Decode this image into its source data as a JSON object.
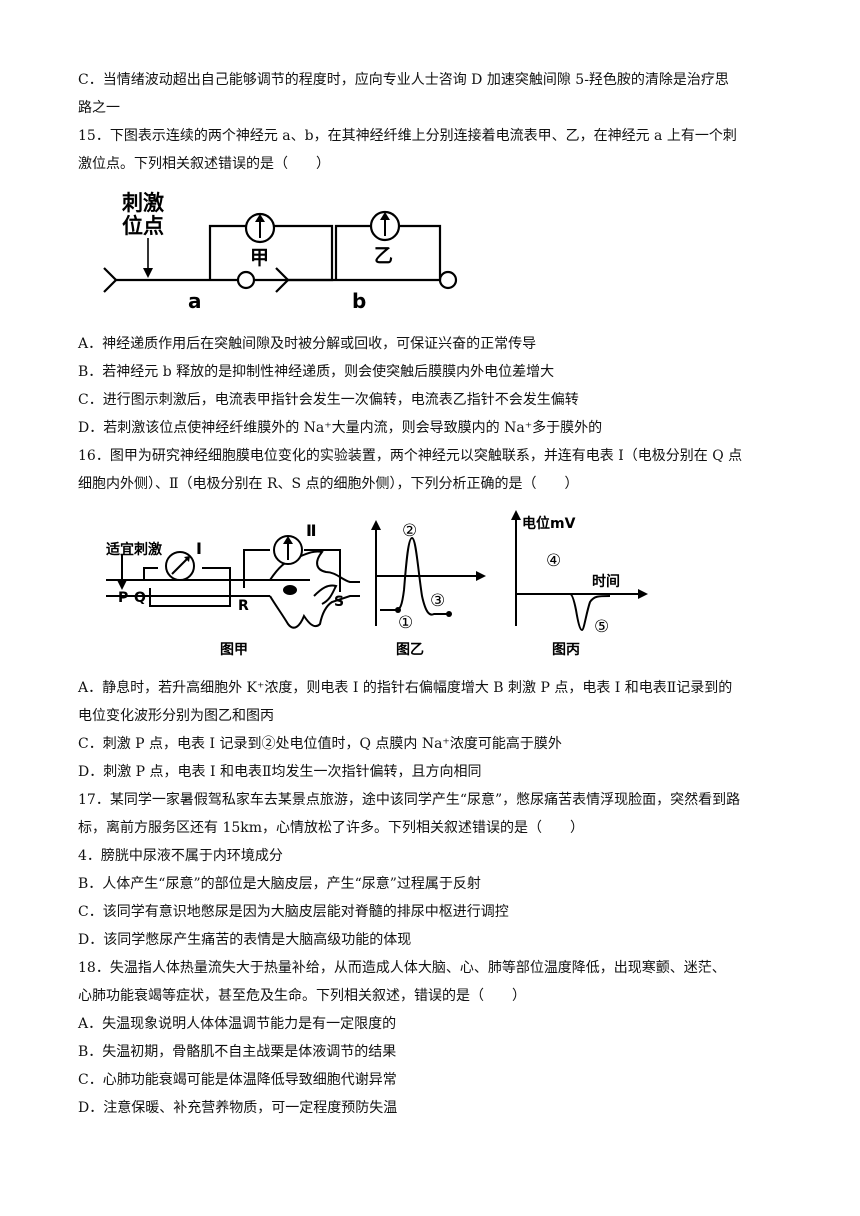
{
  "lines": {
    "c14a": "C．当情绪波动超出自己能够调节的程度时，应向专业人士咨询 D 加速突触间隙 5-羟色胺的清除是治疗思",
    "c14b": "路之一",
    "q15a": "15．下图表示连续的两个神经元 a、b，在其神经纤维上分别连接着电流表甲、乙，在神经元 a 上有一个刺",
    "q15b": "激位点。下列相关叙述错误的是（　　）",
    "q15A": "A．神经递质作用后在突触间隙及时被分解或回收，可保证兴奋的正常传导",
    "q15B": "B．若神经元 b 释放的是抑制性神经递质，则会使突触后膜膜内外电位差增大",
    "q15C": "C．进行图示刺激后，电流表甲指针会发生一次偏转，电流表乙指针不会发生偏转",
    "q15D": "D．若刺激该位点使神经纤维膜外的 Na⁺大量内流，则会导致膜内的 Na⁺多于膜外的",
    "q16a": "16．图甲为研究神经细胞膜电位变化的实验装置，两个神经元以突触联系，并连有电表 I（电极分别在 Q 点",
    "q16b": "细胞内外侧）、Ⅱ（电极分别在 R、S 点的细胞外侧），下列分析正确的是（　　）",
    "q16A1": "A．静息时，若升高细胞外 K⁺浓度，则电表 I 的指针右偏幅度增大 B 刺激 P 点，电表 I 和电表Ⅱ记录到的",
    "q16A2": "电位变化波形分别为图乙和图丙",
    "q16C": "C．刺激 P 点，电表 I 记录到②处电位值时，Q 点膜内 Na⁺浓度可能高于膜外",
    "q16D": "D．刺激 P 点，电表 I 和电表Ⅱ均发生一次指针偏转，且方向相同",
    "q17a": "17．某同学一家暑假驾私家车去某景点旅游，途中该同学产生“尿意”，憋尿痛苦表情浮现脸面，突然看到路",
    "q17b": "标，离前方服务区还有 15km，心情放松了许多。下列相关叙述错误的是（　　）",
    "q17A": "4．膀胱中尿液不属于内环境成分",
    "q17B": "B．人体产生“尿意”的部位是大脑皮层，产生“尿意”过程属于反射",
    "q17C": "C．该同学有意识地憋尿是因为大脑皮层能对脊髓的排尿中枢进行调控",
    "q17D": "D．该同学憋尿产生痛苦的表情是大脑高级功能的体现",
    "q18a": "18．失温指人体热量流失大于热量补给，从而造成人体大脑、心、肺等部位温度降低，出现寒颤、迷茫、",
    "q18b": "心肺功能衰竭等症状，甚至危及生命。下列相关叙述，错误的是（　　）",
    "q18A": "A．失温现象说明人体体温调节能力是有一定限度的",
    "q18B": "B．失温初期，骨骼肌不自主战栗是体液调节的结果",
    "q18C": "C．心肺功能衰竭可能是体温降低导致细胞代谢异常",
    "q18D": "D．注意保暖、补充营养物质，可一定程度预防失温"
  },
  "fig15": {
    "stim_line1": "刺激",
    "stim_line2": "位点",
    "meter_a": "甲",
    "meter_b": "乙",
    "neuron_a": "a",
    "neuron_b": "b"
  },
  "fig16": {
    "stim_label": "适宜刺激",
    "meter1": "I",
    "meter2": "Ⅱ",
    "pt_p": "P",
    "pt_q": "Q",
    "pt_r": "R",
    "pt_s": "S",
    "cap_jia": "图甲",
    "cap_yi": "图乙",
    "cap_bing": "图丙",
    "y_label": "电位mV",
    "x_label": "时间",
    "m1": "①",
    "m2": "②",
    "m3": "③",
    "m4": "④",
    "m5": "⑤"
  }
}
